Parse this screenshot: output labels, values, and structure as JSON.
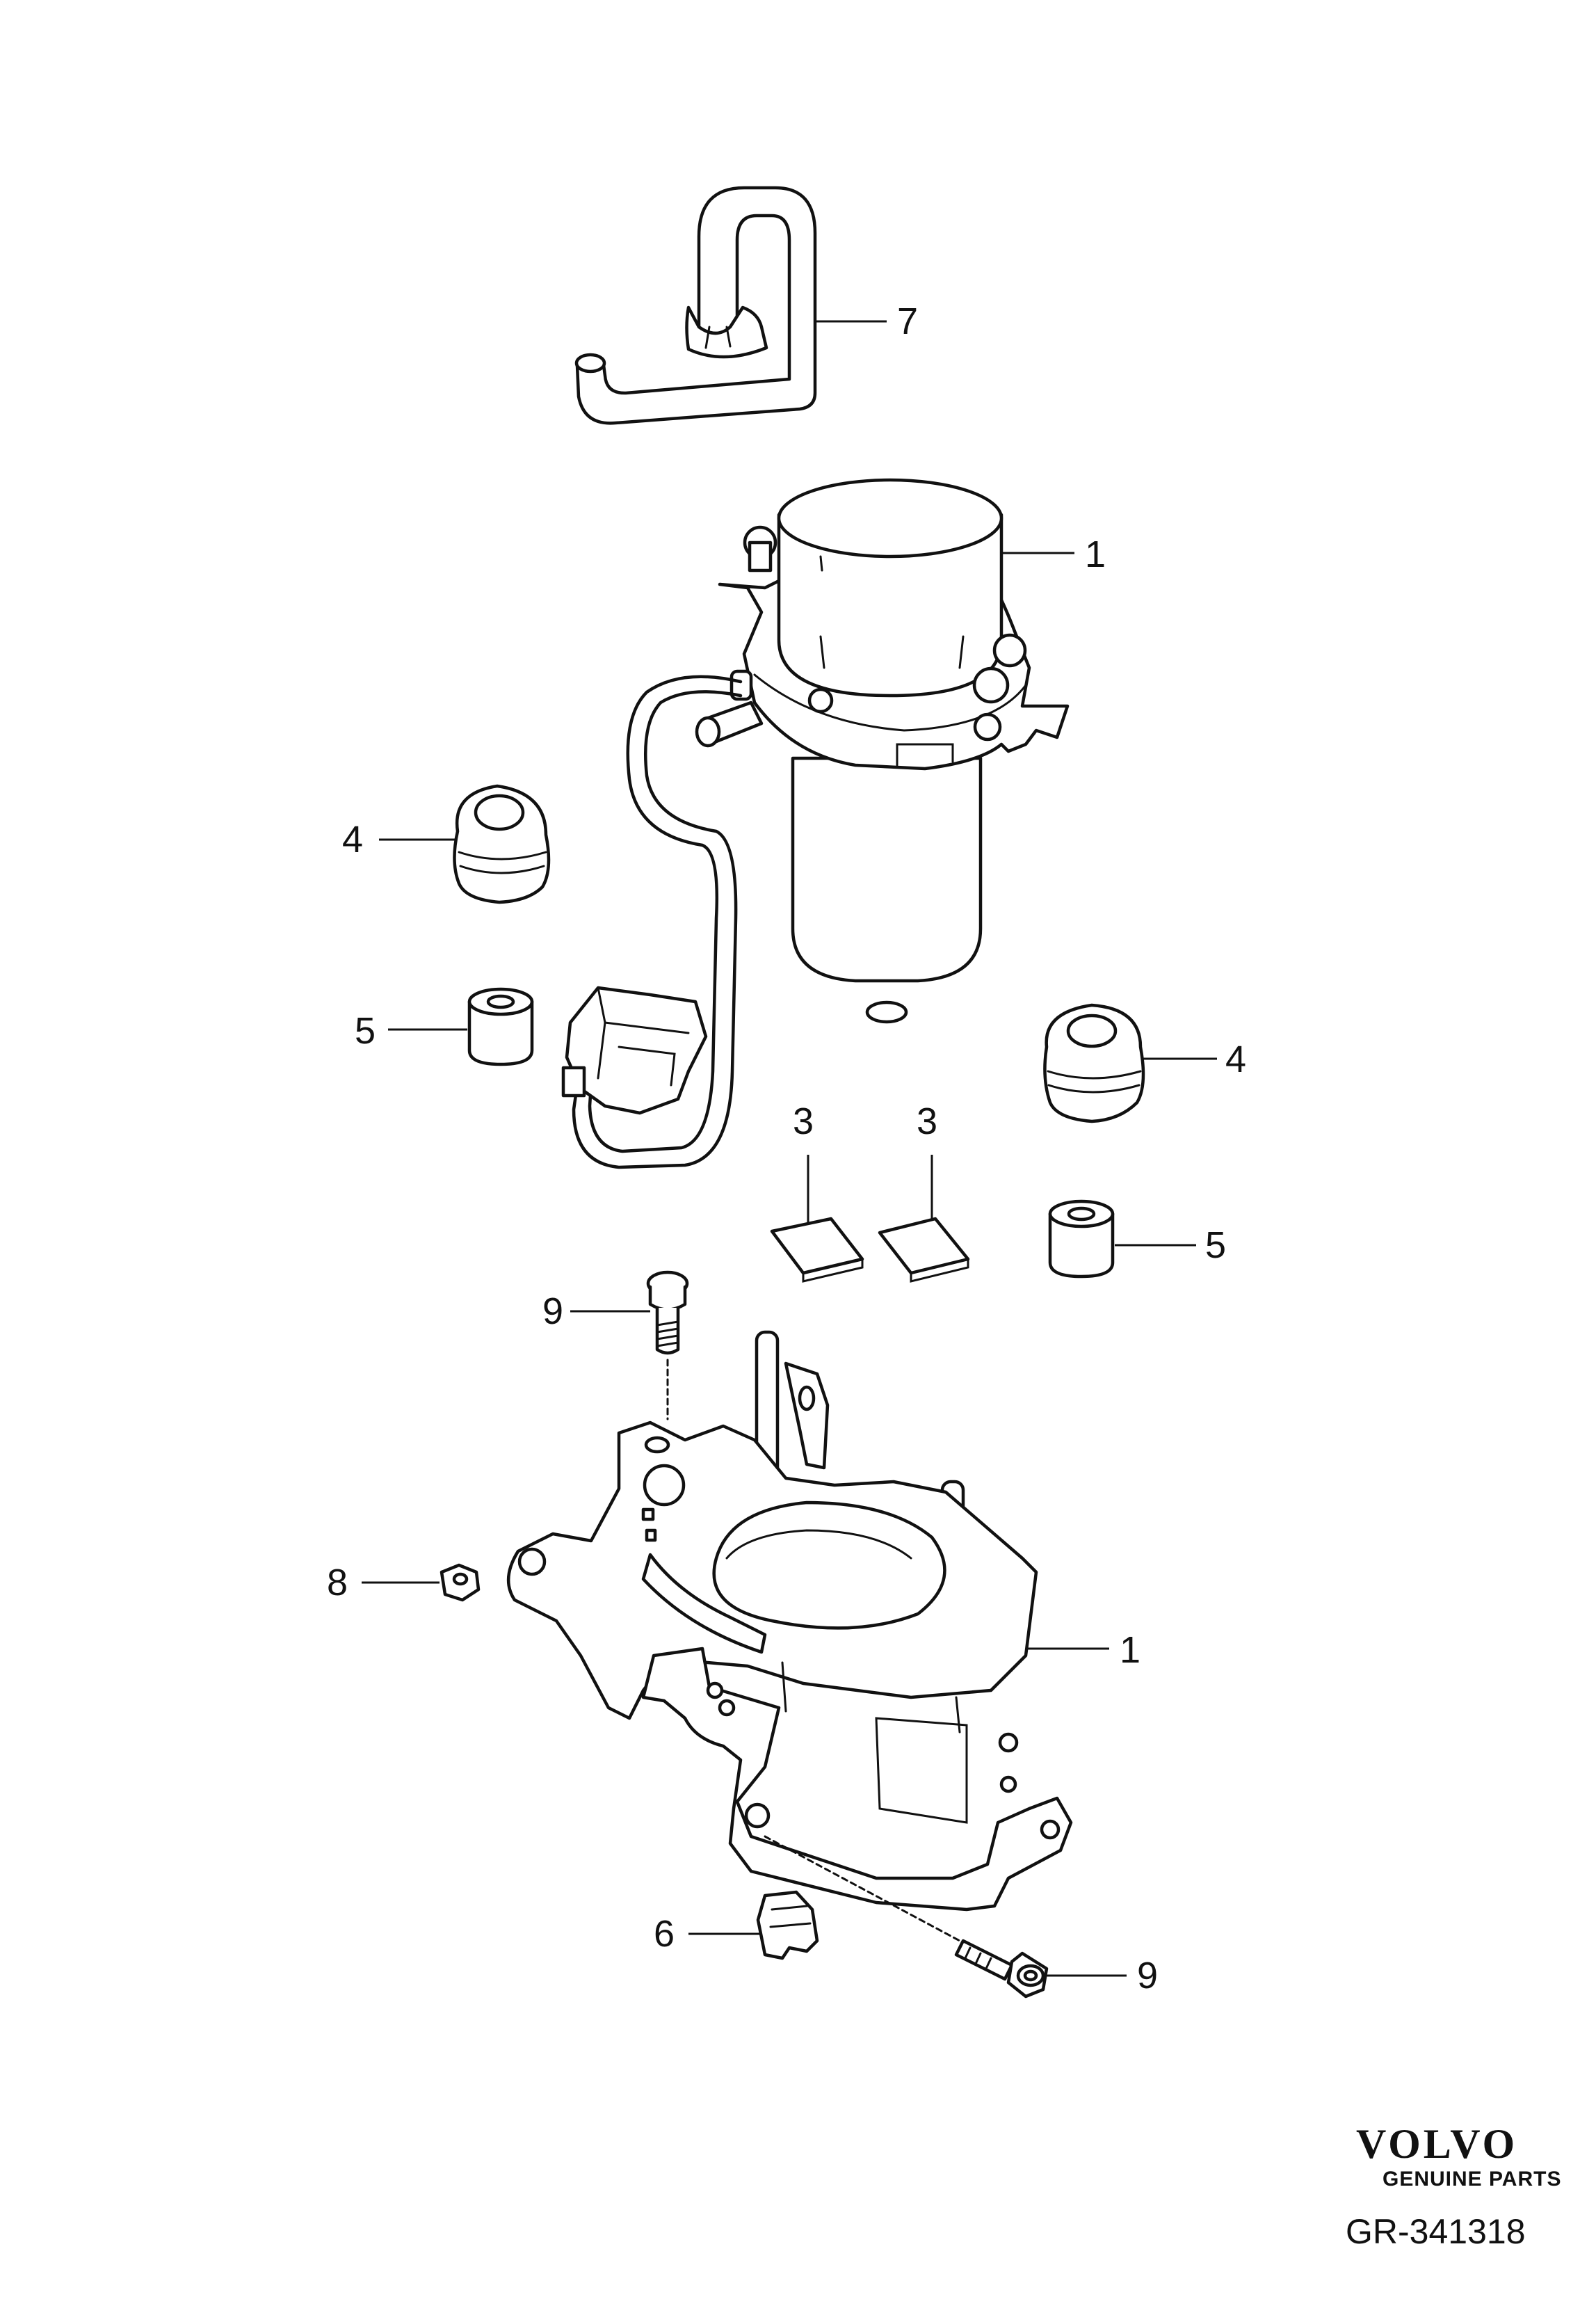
{
  "callouts": {
    "hose": "7",
    "pump": "1",
    "damper_left": "4",
    "spacer_left": "5",
    "damper_right": "4",
    "pad_left": "3",
    "pad_right": "3",
    "spacer_right": "5",
    "bolt_top": "9",
    "nut": "8",
    "bracket": "1",
    "clip": "6",
    "bolt_bottom": "9"
  },
  "branding": {
    "logo_text": "VOLVO",
    "tagline": "GENUINE PARTS",
    "reference": "GR-341318"
  }
}
